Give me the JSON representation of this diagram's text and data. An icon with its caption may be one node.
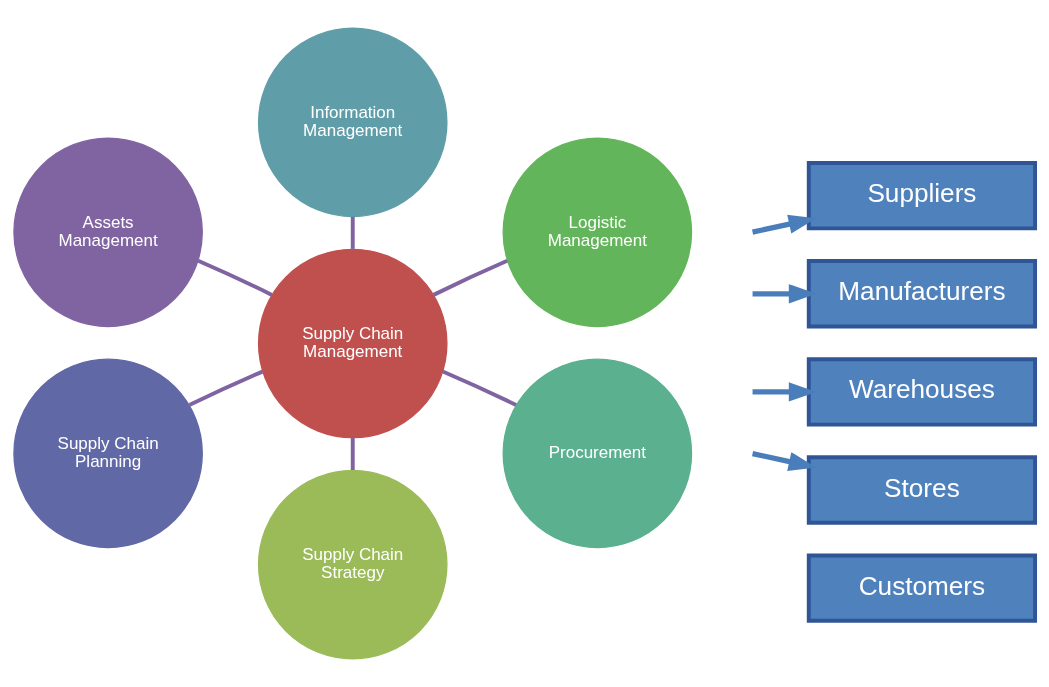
{
  "diagram": {
    "nodes": [
      {
        "text": [
          "Supply Chain Strategy"
        ]
      },
      {
        "text": [
          "Assets Management"
        ]
      },
      {
        "text": [
          "Logistic Management"
        ]
      },
      {
        "text": [
          "Supply Chain Management"
        ]
      },
      {
        "text": [
          "Supply Chain Planning"
        ]
      },
      {
        "text": [
          "Procurement"
        ]
      },
      {
        "text": [
          "Information Management"
        ]
      },
      {
        "text": [
          "Suppliers"
        ]
      },
      {
        "text": [
          "Manufacturers"
        ]
      },
      {
        "text": [
          "Warehouses"
        ]
      },
      {
        "text": [
          "Stores"
        ]
      },
      {
        "text": [
          "Customers"
        ]
      }
    ],
    "edges": [
      {
        "from": 3,
        "to": 0,
        "arrow": "none"
      },
      {
        "from": 3,
        "to": 1,
        "arrow": "none"
      },
      {
        "from": 3,
        "to": 2,
        "arrow": "none"
      },
      {
        "from": 3,
        "to": 4,
        "arrow": "none"
      },
      {
        "from": 3,
        "to": 5,
        "arrow": "none"
      },
      {
        "from": 3,
        "to": 6,
        "arrow": "none"
      },
      {
        "from": null,
        "to": 7,
        "arrow": "to"
      },
      {
        "from": null,
        "to": 8,
        "arrow": "to"
      },
      {
        "from": null,
        "to": 9,
        "arrow": "to"
      },
      {
        "from": null,
        "to": 10,
        "arrow": "to"
      }
    ]
  }
}
